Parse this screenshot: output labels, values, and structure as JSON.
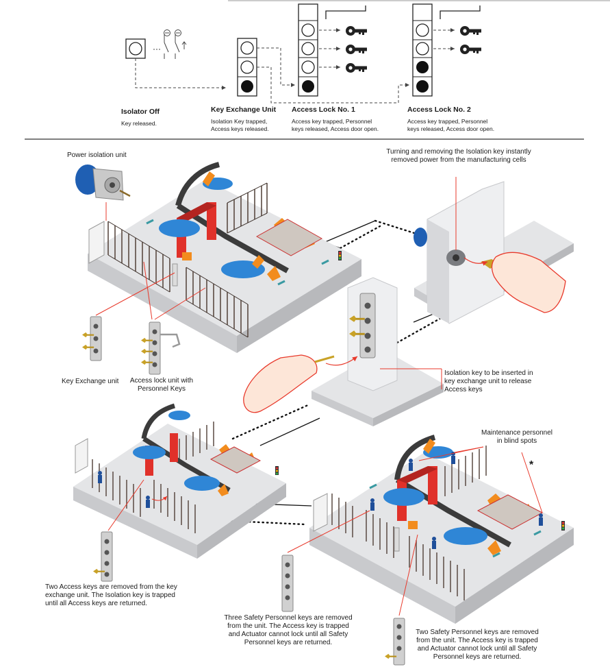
{
  "top_flow": {
    "isolator": {
      "title": "Isolator Off",
      "desc": "Key released."
    },
    "key_exchange": {
      "title": "Key Exchange Unit",
      "desc_1": "Isolation Key trapped,",
      "desc_2": "Access keys released."
    },
    "access_lock_1": {
      "title": "Access Lock No. 1",
      "desc_1": "Access key trapped, Personnel",
      "desc_2": "keys released, Access door open."
    },
    "access_lock_2": {
      "title": "Access Lock No. 2",
      "desc_1": "Access key trapped, Personnel",
      "desc_2": "keys released, Access door open."
    }
  },
  "callouts": {
    "power_isolation_unit": "Power isolation unit",
    "turning_removing_1": "Turning and removing the Isolation key instantly",
    "turning_removing_2": "removed power from the manufacturing cells",
    "key_exchange_unit": "Key Exchange unit",
    "access_lock_unit_1": "Access lock unit with",
    "access_lock_unit_2": "Personnel Keys",
    "isolation_key_1": "Isolation key to be inserted in",
    "isolation_key_2": "key exchange unit to release",
    "isolation_key_3": "Access keys",
    "maintenance_1": "Maintenance personnel",
    "maintenance_2": "in blind spots",
    "asterisk": "*",
    "two_access_1": "Two Access keys are removed from the key",
    "two_access_2": "exchange unit. The Isolation key is trapped",
    "two_access_3": "until all Access keys are returned.",
    "three_safety_1": "Three Safety Personnel keys are removed",
    "three_safety_2": "from the unit. The Access key is trapped",
    "three_safety_3": "and Actuator cannot lock until all Safety",
    "three_safety_4": "Personnel keys are returned.",
    "two_safety_1": "Two Safety Personnel keys are removed",
    "two_safety_2": "from the unit. The Access key is trapped",
    "two_safety_3": "and Actuator cannot lock until all Safety",
    "two_safety_4": "Personnel keys are returned."
  },
  "colors": {
    "callout_line": "#e8392b",
    "platform": "#e4e5e7",
    "platform_side": "#c9cacd",
    "robot_orange": "#f28c1e",
    "car_blue": "#2f86d6",
    "gantry_red": "#e0312a",
    "fence": "#5a4a42",
    "dark": "#222222"
  }
}
